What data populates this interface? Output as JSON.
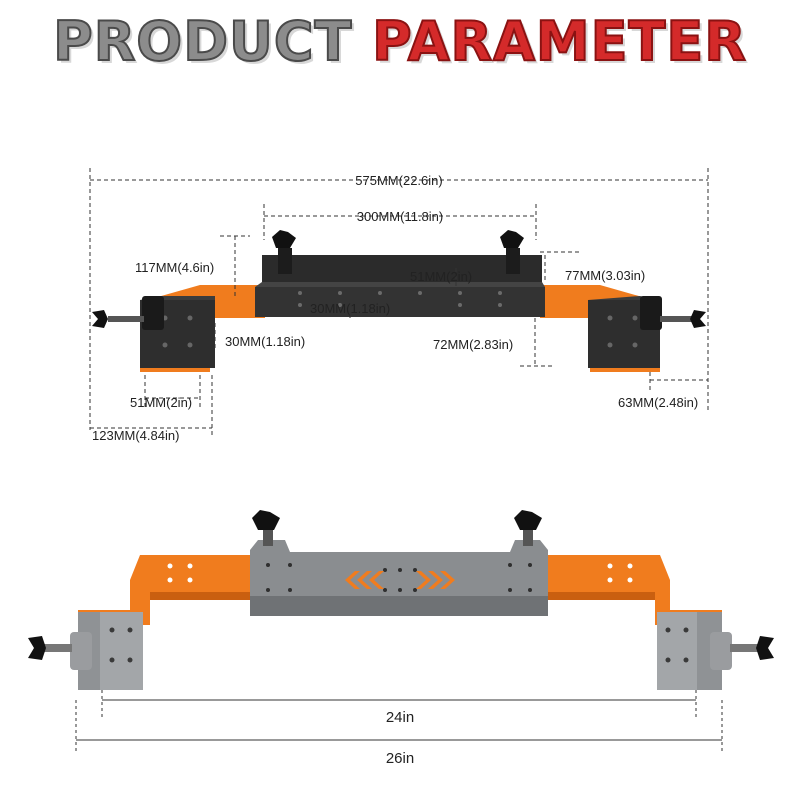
{
  "title": {
    "word1": "PRODUCT",
    "word2": "PARAMETER"
  },
  "dimensions": {
    "overall": "575MM(22.6in)",
    "top_rail": "300MM(11.8in)",
    "left_height": "117MM(4.6in)",
    "center_height": "51MM(2in)",
    "right_height": "77MM(3.03in)",
    "rail_width": "30MM(1.18in)",
    "arm_width": "30MM(1.18in)",
    "right_drop": "72MM(2.83in)",
    "left_base": "51MM(2in)",
    "right_base": "63MM(2.48in)",
    "left_total": "123MM(4.84in)",
    "inner_width": "24in",
    "outer_width": "26in"
  },
  "colors": {
    "orange": "#f07c1e",
    "dark": "#2b2b2b",
    "grey": "#8a8d90"
  }
}
